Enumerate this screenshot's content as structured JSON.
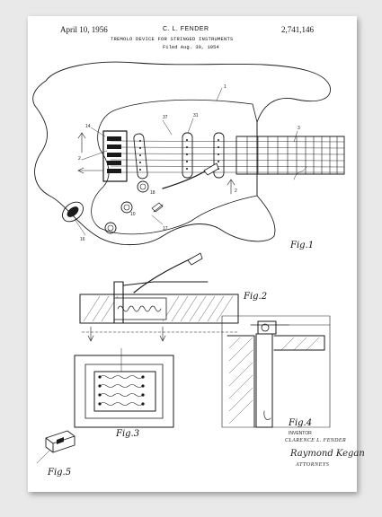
{
  "header": {
    "date": "April 10, 1956",
    "inventor": "C. L. FENDER",
    "patent_number": "2,741,146",
    "title": "TREMOLO DEVICE FOR STRINGED INSTRUMENTS",
    "filed": "Filed Aug. 30, 1954"
  },
  "signature_block": {
    "sheet": "INVENTOR",
    "inventor_name": "CLARENCE L. FENDER",
    "signature": "Raymond Kegan",
    "attorneys": "ATTORNEYS"
  },
  "figures": {
    "fig1": "Fig.1",
    "fig2": "Fig.2",
    "fig3": "Fig.3",
    "fig4": "Fig.4",
    "fig5": "Fig.5"
  },
  "colors": {
    "paper": "#ffffff",
    "ink": "#1a1a1a",
    "background": "#e9e9e9"
  }
}
